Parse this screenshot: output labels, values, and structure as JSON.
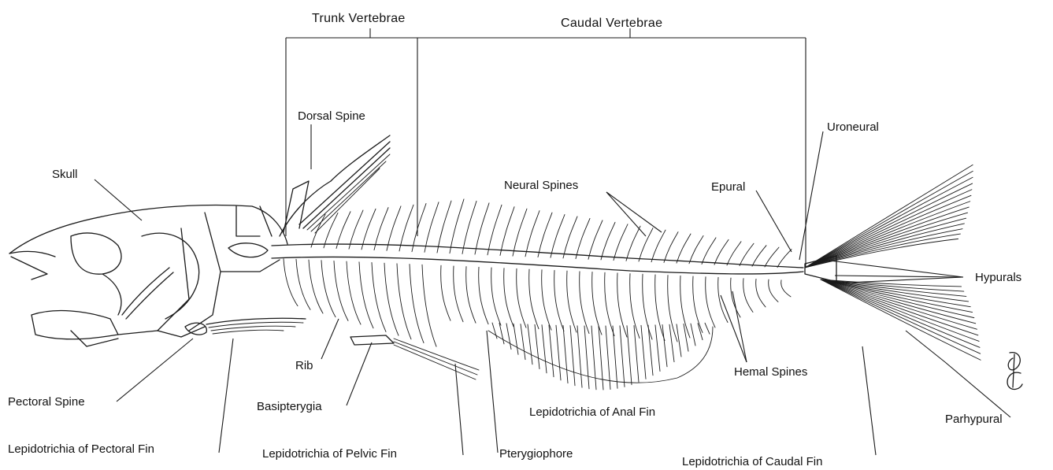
{
  "diagram": {
    "group_labels": {
      "trunk": "Trunk Vertebrae",
      "caudal": "Caudal Vertebrae"
    },
    "labels": {
      "dorsal_spine": "Dorsal Spine",
      "uroneural": "Uroneural",
      "skull": "Skull",
      "neural_spines": "Neural Spines",
      "epural": "Epural",
      "hypurals": "Hypurals",
      "rib": "Rib",
      "hemal_spines": "Hemal Spines",
      "pectoral_spine": "Pectoral Spine",
      "basipterygia": "Basipterygia",
      "lepidotrichia_anal": "Lepidotrichia of Anal Fin",
      "parhypural": "Parhypural",
      "lepidotrichia_pectoral": "Lepidotrichia of Pectoral Fin",
      "lepidotrichia_pelvic": "Lepidotrichia of Pelvic Fin",
      "pterygiophore": "Pterygiophore",
      "lepidotrichia_caudal": "Lepidotrichia of Caudal Fin"
    },
    "signature_monogram": "JC"
  }
}
